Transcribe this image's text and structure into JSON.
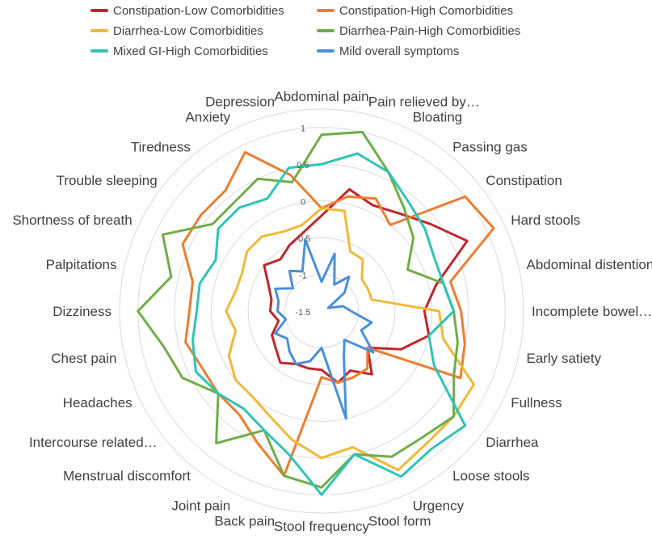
{
  "chart_data": {
    "type": "radar",
    "title": "",
    "axes": [
      "Abdominal pain",
      "Pain relieved by…",
      "Bloating",
      "Passing gas",
      "Constipation",
      "Hard stools",
      "Abdominal distention",
      "Incomplete bowel…",
      "Early satiety",
      "Fullness",
      "Diarrhea",
      "Loose stools",
      "Urgency",
      "Stool form",
      "Stool frequency",
      "Back pain",
      "Joint pain",
      "Menstrual discomfort",
      "Intercourse related…",
      "Headaches",
      "Chest pain",
      "Dizziness",
      "Palpitations",
      "Shortness of breath",
      "Trouble sleeping",
      "Tiredness",
      "Anxiety",
      "Depression"
    ],
    "r_ticks": [
      "-1.5",
      "-1",
      "-0.5",
      "0",
      "0.5",
      "1"
    ],
    "r_range": [
      -1.5,
      1.25
    ],
    "grid": true,
    "legend_position": "top",
    "series": [
      {
        "name": "Constipation-Low Comorbidities",
        "color": "#c0262d",
        "values": [
          -0.2,
          0.2,
          0.1,
          0.2,
          0.4,
          0.7,
          0.1,
          -0.1,
          0.0,
          -0.3,
          -0.7,
          -0.4,
          -0.6,
          -0.5,
          -0.7,
          -0.7,
          -0.7,
          -0.6,
          -0.7,
          -0.75,
          -0.9,
          -0.8,
          -0.8,
          -0.7,
          -0.5,
          -0.6,
          -0.5,
          -0.4
        ]
      },
      {
        "name": "Constipation-High Comorbidities",
        "color": "#ed7d31",
        "values": [
          -0.1,
          0.1,
          0.2,
          0.0,
          1.0,
          1.1,
          0.3,
          0.4,
          0.5,
          0.6,
          -0.7,
          -0.5,
          -0.5,
          -0.5,
          -0.6,
          0.8,
          0.5,
          0.3,
          0.3,
          0.3,
          0.4,
          0.3,
          0.3,
          0.6,
          0.6,
          0.6,
          0.9,
          0.4
        ]
      },
      {
        "name": "Diarrhea-Low Comorbidities",
        "color": "#f0b93a",
        "values": [
          -0.1,
          -0.1,
          -0.6,
          -0.6,
          -0.8,
          -0.8,
          -0.8,
          0.1,
          0.2,
          0.8,
          0.8,
          0.8,
          0.9,
          0.4,
          0.5,
          0.3,
          0.1,
          0.0,
          0.0,
          -0.1,
          -0.3,
          -0.2,
          -0.3,
          -0.3,
          -0.2,
          -0.2,
          -0.3,
          -0.3
        ]
      },
      {
        "name": "Diarrhea-Pain-High Comorbidities",
        "color": "#70ad47",
        "values": [
          0.9,
          1.0,
          0.6,
          0.3,
          0.1,
          -0.2,
          0.2,
          0.3,
          0.4,
          0.5,
          0.8,
          0.7,
          0.7,
          0.5,
          0.9,
          0.8,
          0.3,
          0.8,
          0.3,
          0.6,
          0.7,
          1.0,
          0.6,
          0.9,
          0.4,
          0.4,
          0.5,
          0.3
        ]
      },
      {
        "name": "Mixed GI-High Comorbidities",
        "color": "#2ec4b6",
        "values": [
          0.5,
          0.7,
          0.6,
          0.4,
          0.3,
          0.2,
          0.2,
          0.3,
          0.0,
          0.2,
          1.0,
          0.9,
          1.0,
          0.5,
          1.0,
          0.5,
          0.3,
          0.2,
          0.3,
          0.4,
          0.3,
          0.2,
          0.2,
          0.1,
          0.3,
          0.3,
          0.2,
          0.5
        ]
      },
      {
        "name": "Mild overall symptoms",
        "color": "#4a90d9",
        "values": [
          -1.1,
          -0.7,
          -1.1,
          -0.9,
          -1.1,
          -1.4,
          -1.2,
          -1.1,
          -0.8,
          -0.9,
          -0.6,
          -1.0,
          -0.8,
          0.0,
          -1.0,
          -0.8,
          -0.7,
          -0.8,
          -0.9,
          -0.8,
          -1.0,
          -0.9,
          -0.9,
          -0.8,
          -1.0,
          -0.8,
          -0.9,
          -0.5
        ]
      }
    ]
  }
}
